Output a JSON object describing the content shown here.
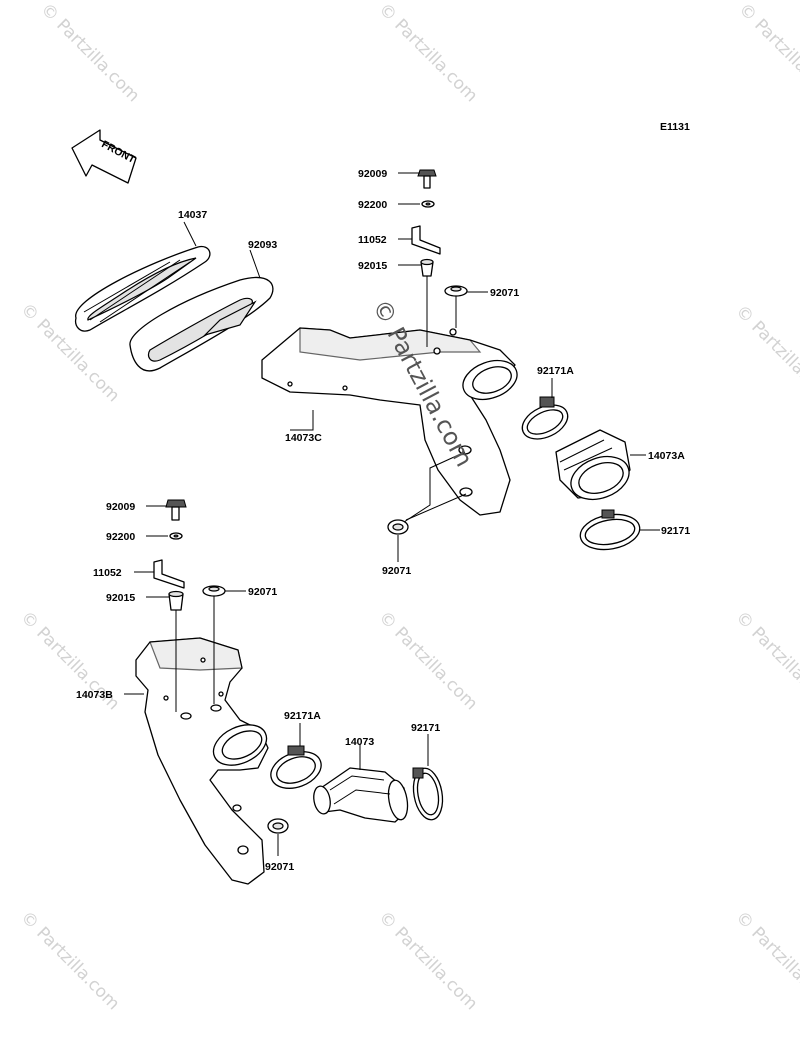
{
  "diagram_code": "E1131",
  "front_arrow": {
    "text": "FRONT",
    "icon": "front-arrow-icon"
  },
  "watermark": "© Partzilla.com",
  "callouts": {
    "c_92009_top": "92009",
    "c_92200_top": "92200",
    "c_11052_top": "11052",
    "c_92015_top": "92015",
    "c_92071_top": "92071",
    "c_14037": "14037",
    "c_92093": "92093",
    "c_14073C": "14073C",
    "c_92171A_top": "92171A",
    "c_14073A": "14073A",
    "c_92171_top": "92171",
    "c_92071_mid": "92071",
    "c_92009_bot": "92009",
    "c_92200_bot": "92200",
    "c_11052_bot": "11052",
    "c_92015_bot": "92015",
    "c_92071_bot_top": "92071",
    "c_14073B": "14073B",
    "c_92171A_bot": "92171A",
    "c_14073": "14073",
    "c_92171_bot": "92171",
    "c_92071_bot": "92071"
  }
}
